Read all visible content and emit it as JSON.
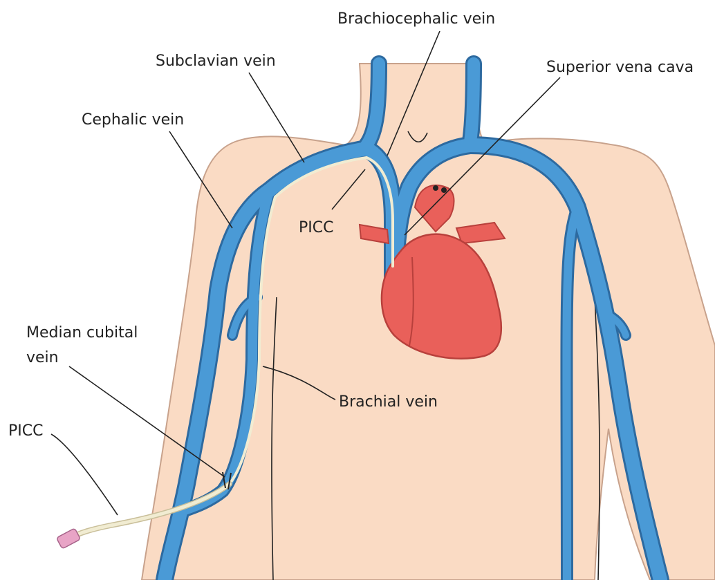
{
  "labels": {
    "brachiocephalic": "Brachiocephalic vein",
    "subclavian": "Subclavian vein",
    "superior_vena_cava": "Superior vena cava",
    "cephalic": "Cephalic vein",
    "picc_chest": "PICC",
    "median_cubital_line1": "Median cubital",
    "median_cubital_line2": "vein",
    "picc_arm": "PICC",
    "brachial": "Brachial vein"
  },
  "colors": {
    "skin": "#fadbc4",
    "skin_outline": "#c8a28c",
    "vein": "#4a9ad6",
    "vein_outline": "#2d6aa0",
    "catheter": "#f1ecd2",
    "catheter_hub": "#e8a4c6",
    "heart": "#e9605a",
    "heart_outline": "#b8403c"
  }
}
